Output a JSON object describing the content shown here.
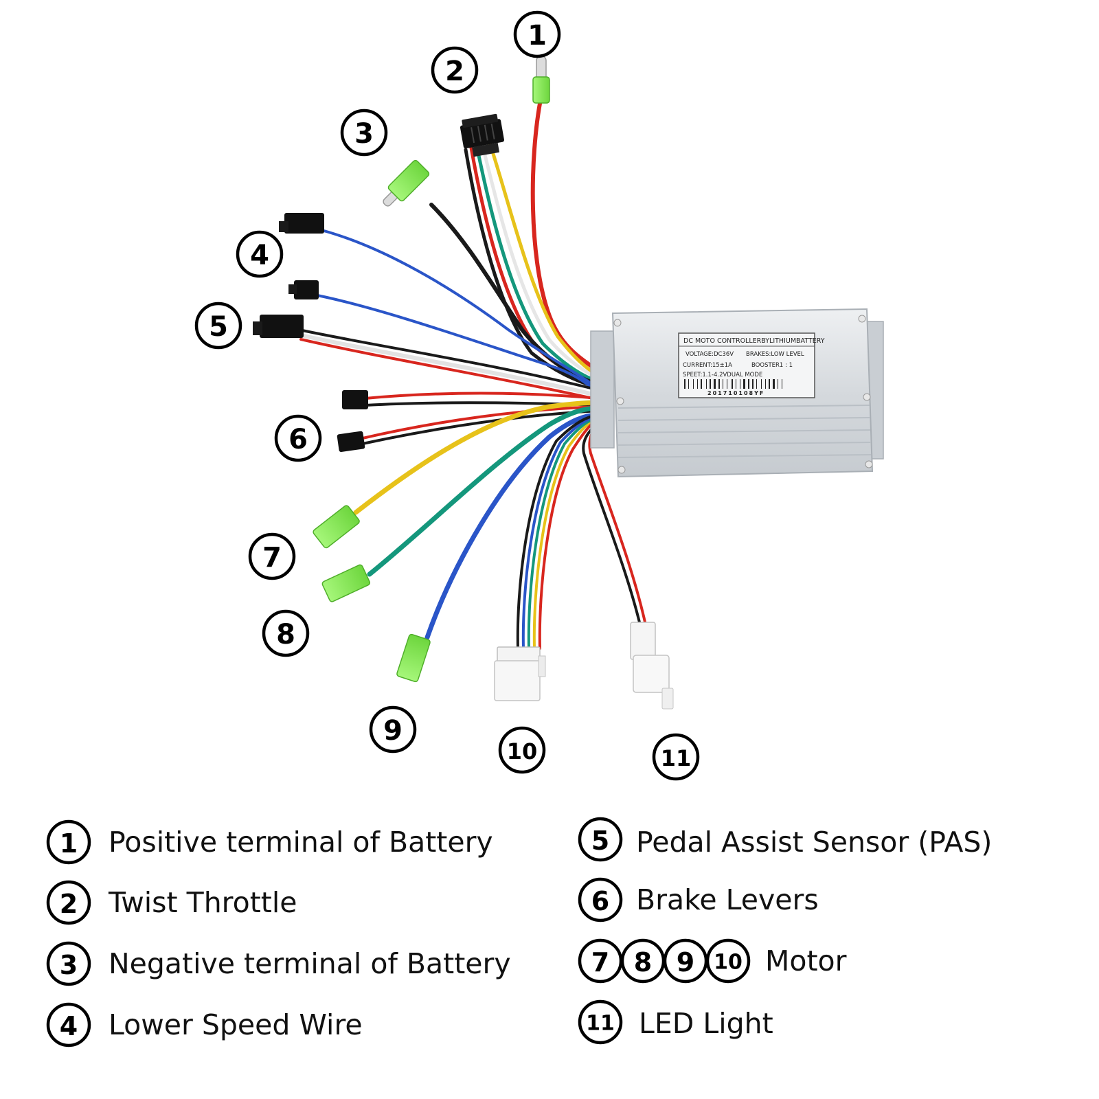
{
  "controller_label": {
    "title": "DC MOTO CONTROLLERBYLITHIUMBATTERY",
    "voltage": "VOLTAGE:DC36V",
    "brakes": "BRAKES:LOW LEVEL",
    "current": "CURRENT:15±1A",
    "booster": "BOOSTER1 : 1",
    "speed": "SPEET:1.1-4.2VDUAL MODE",
    "serial": "201710108YF"
  },
  "callouts": [
    {
      "n": "1"
    },
    {
      "n": "2"
    },
    {
      "n": "3"
    },
    {
      "n": "4"
    },
    {
      "n": "5"
    },
    {
      "n": "6"
    },
    {
      "n": "7"
    },
    {
      "n": "8"
    },
    {
      "n": "9"
    },
    {
      "n": "10"
    },
    {
      "n": "11"
    }
  ],
  "legend": {
    "left": [
      {
        "n": "1",
        "text": "Positive terminal of Battery"
      },
      {
        "n": "2",
        "text": "Twist Throttle"
      },
      {
        "n": "3",
        "text": "Negative terminal of Battery"
      },
      {
        "n": "4",
        "text": "Lower Speed Wire"
      }
    ],
    "right": [
      {
        "nums": [
          "5"
        ],
        "text": "Pedal Assist Sensor (PAS)"
      },
      {
        "nums": [
          "6"
        ],
        "text": "Brake Levers"
      },
      {
        "nums": [
          "7",
          "8",
          "9",
          "10"
        ],
        "text": "Motor"
      },
      {
        "nums": [
          "11"
        ],
        "text": "LED Light"
      }
    ]
  },
  "colors": {
    "red": "#d8261e",
    "black": "#1a1a1a",
    "blue": "#2a55c8",
    "white": "#e8e8e8",
    "yellow": "#e7c21a",
    "green": "#14977c",
    "connector_green": "#8ef25a",
    "connector_black": "#111111",
    "housing": "#d9dde1"
  }
}
